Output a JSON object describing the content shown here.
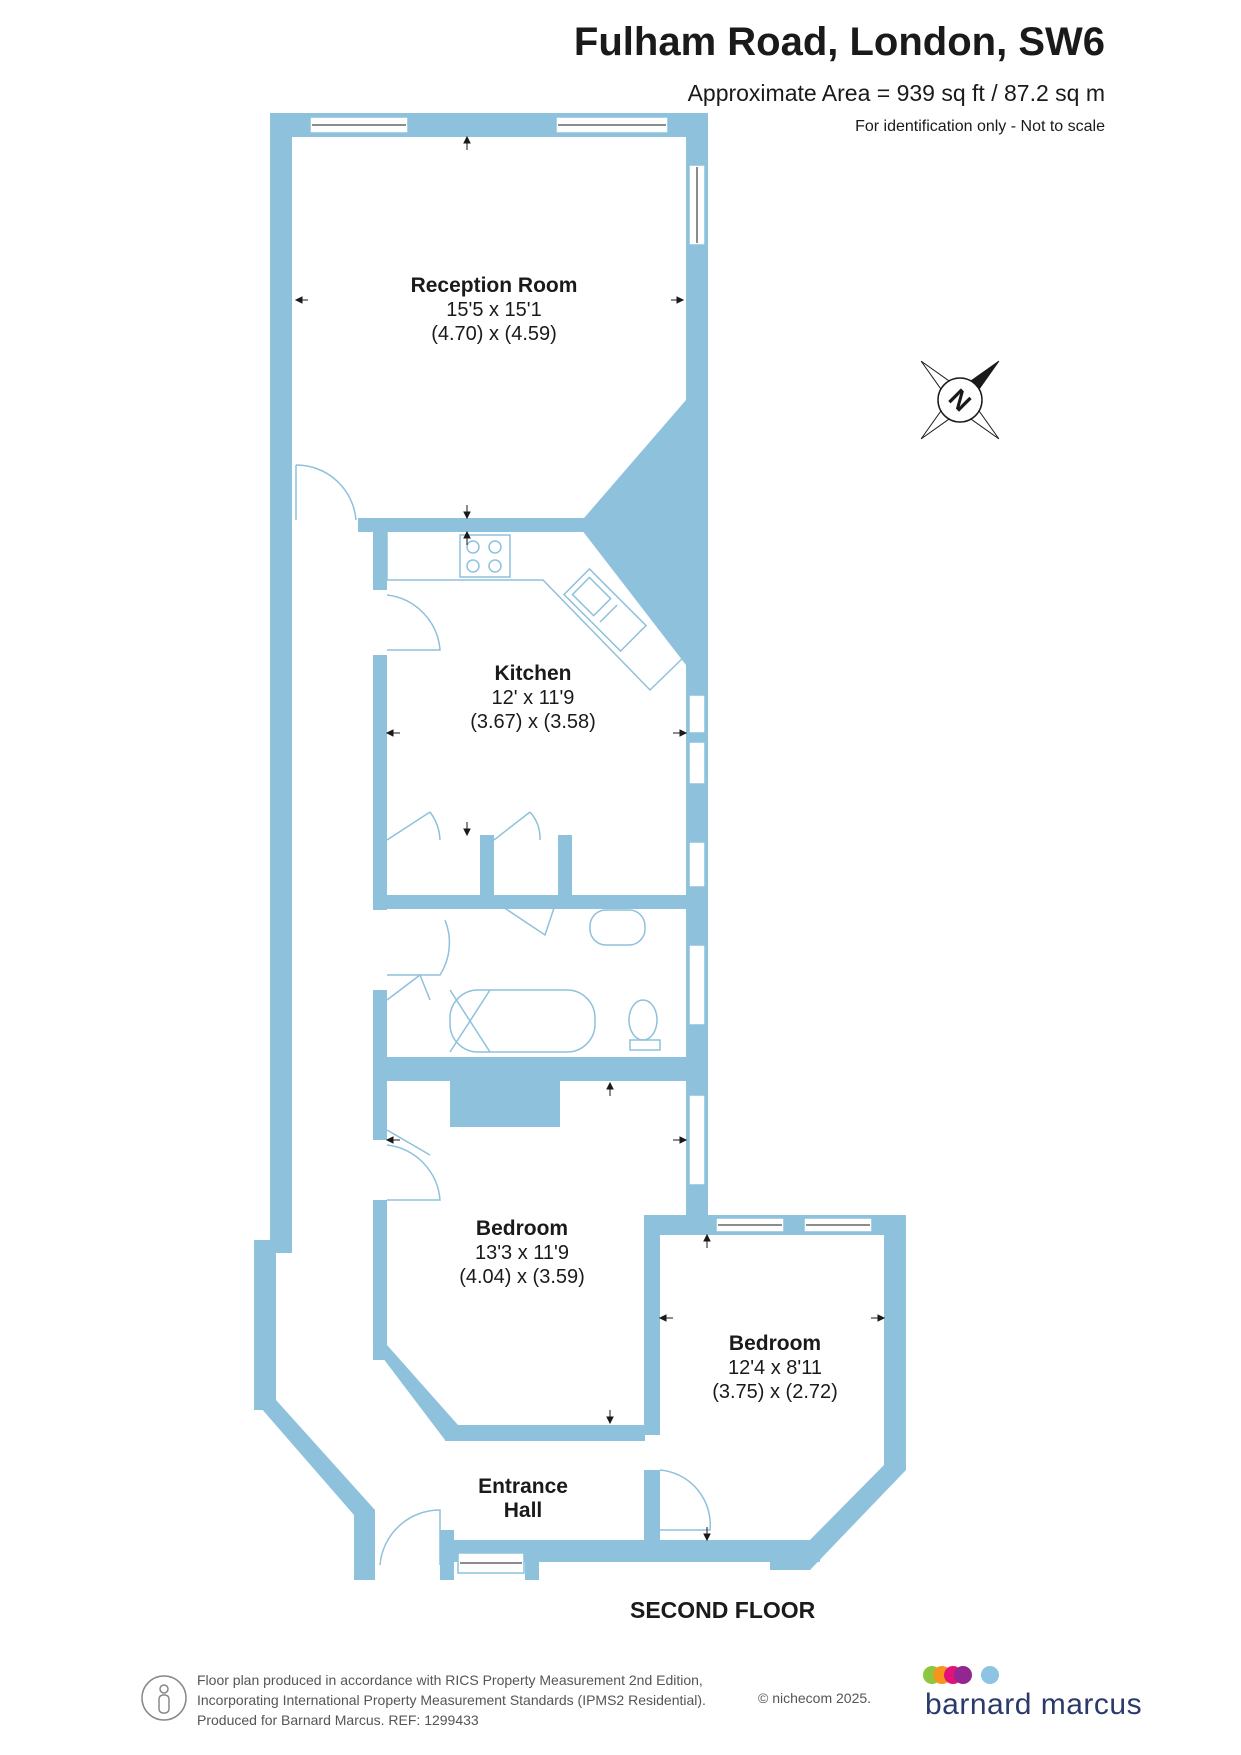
{
  "header": {
    "title": "Fulham Road, London, SW6",
    "area": "Approximate Area = 939 sq ft / 87.2 sq m",
    "note": "For identification only - Not to scale"
  },
  "compass": {
    "letter": "N"
  },
  "rooms": [
    {
      "name": "Reception Room",
      "imperial": "15'5 x 15'1",
      "metric": "(4.70) x (4.59)"
    },
    {
      "name": "Kitchen",
      "imperial": "12' x 11'9",
      "metric": "(3.67) x (3.58)"
    },
    {
      "name": "Bedroom",
      "imperial": "13'3 x 11'9",
      "metric": "(4.04) x (3.59)"
    },
    {
      "name": "Bedroom",
      "imperial": "12'4 x 8'11",
      "metric": "(3.75) x (2.72)"
    },
    {
      "name": "Entrance",
      "name2": "Hall"
    }
  ],
  "floor_label": "SECOND FLOOR",
  "footer": {
    "line1": "Floor plan produced in accordance with RICS Property Measurement 2nd Edition,",
    "line2": "Incorporating International Property Measurement Standards (IPMS2 Residential).",
    "line3": "Produced for Barnard Marcus.   REF:  1299433",
    "copyright": "© nichecom 2025."
  },
  "brand": {
    "name": "barnard marcus",
    "dot_colors": [
      "#8dc63f",
      "#f7941d",
      "#e2127a",
      "#92278f",
      "#8dc3e3"
    ]
  },
  "colors": {
    "wall": "#8ec1dc",
    "fixture": "#8ec1dc",
    "text": "#1a1a1a"
  }
}
